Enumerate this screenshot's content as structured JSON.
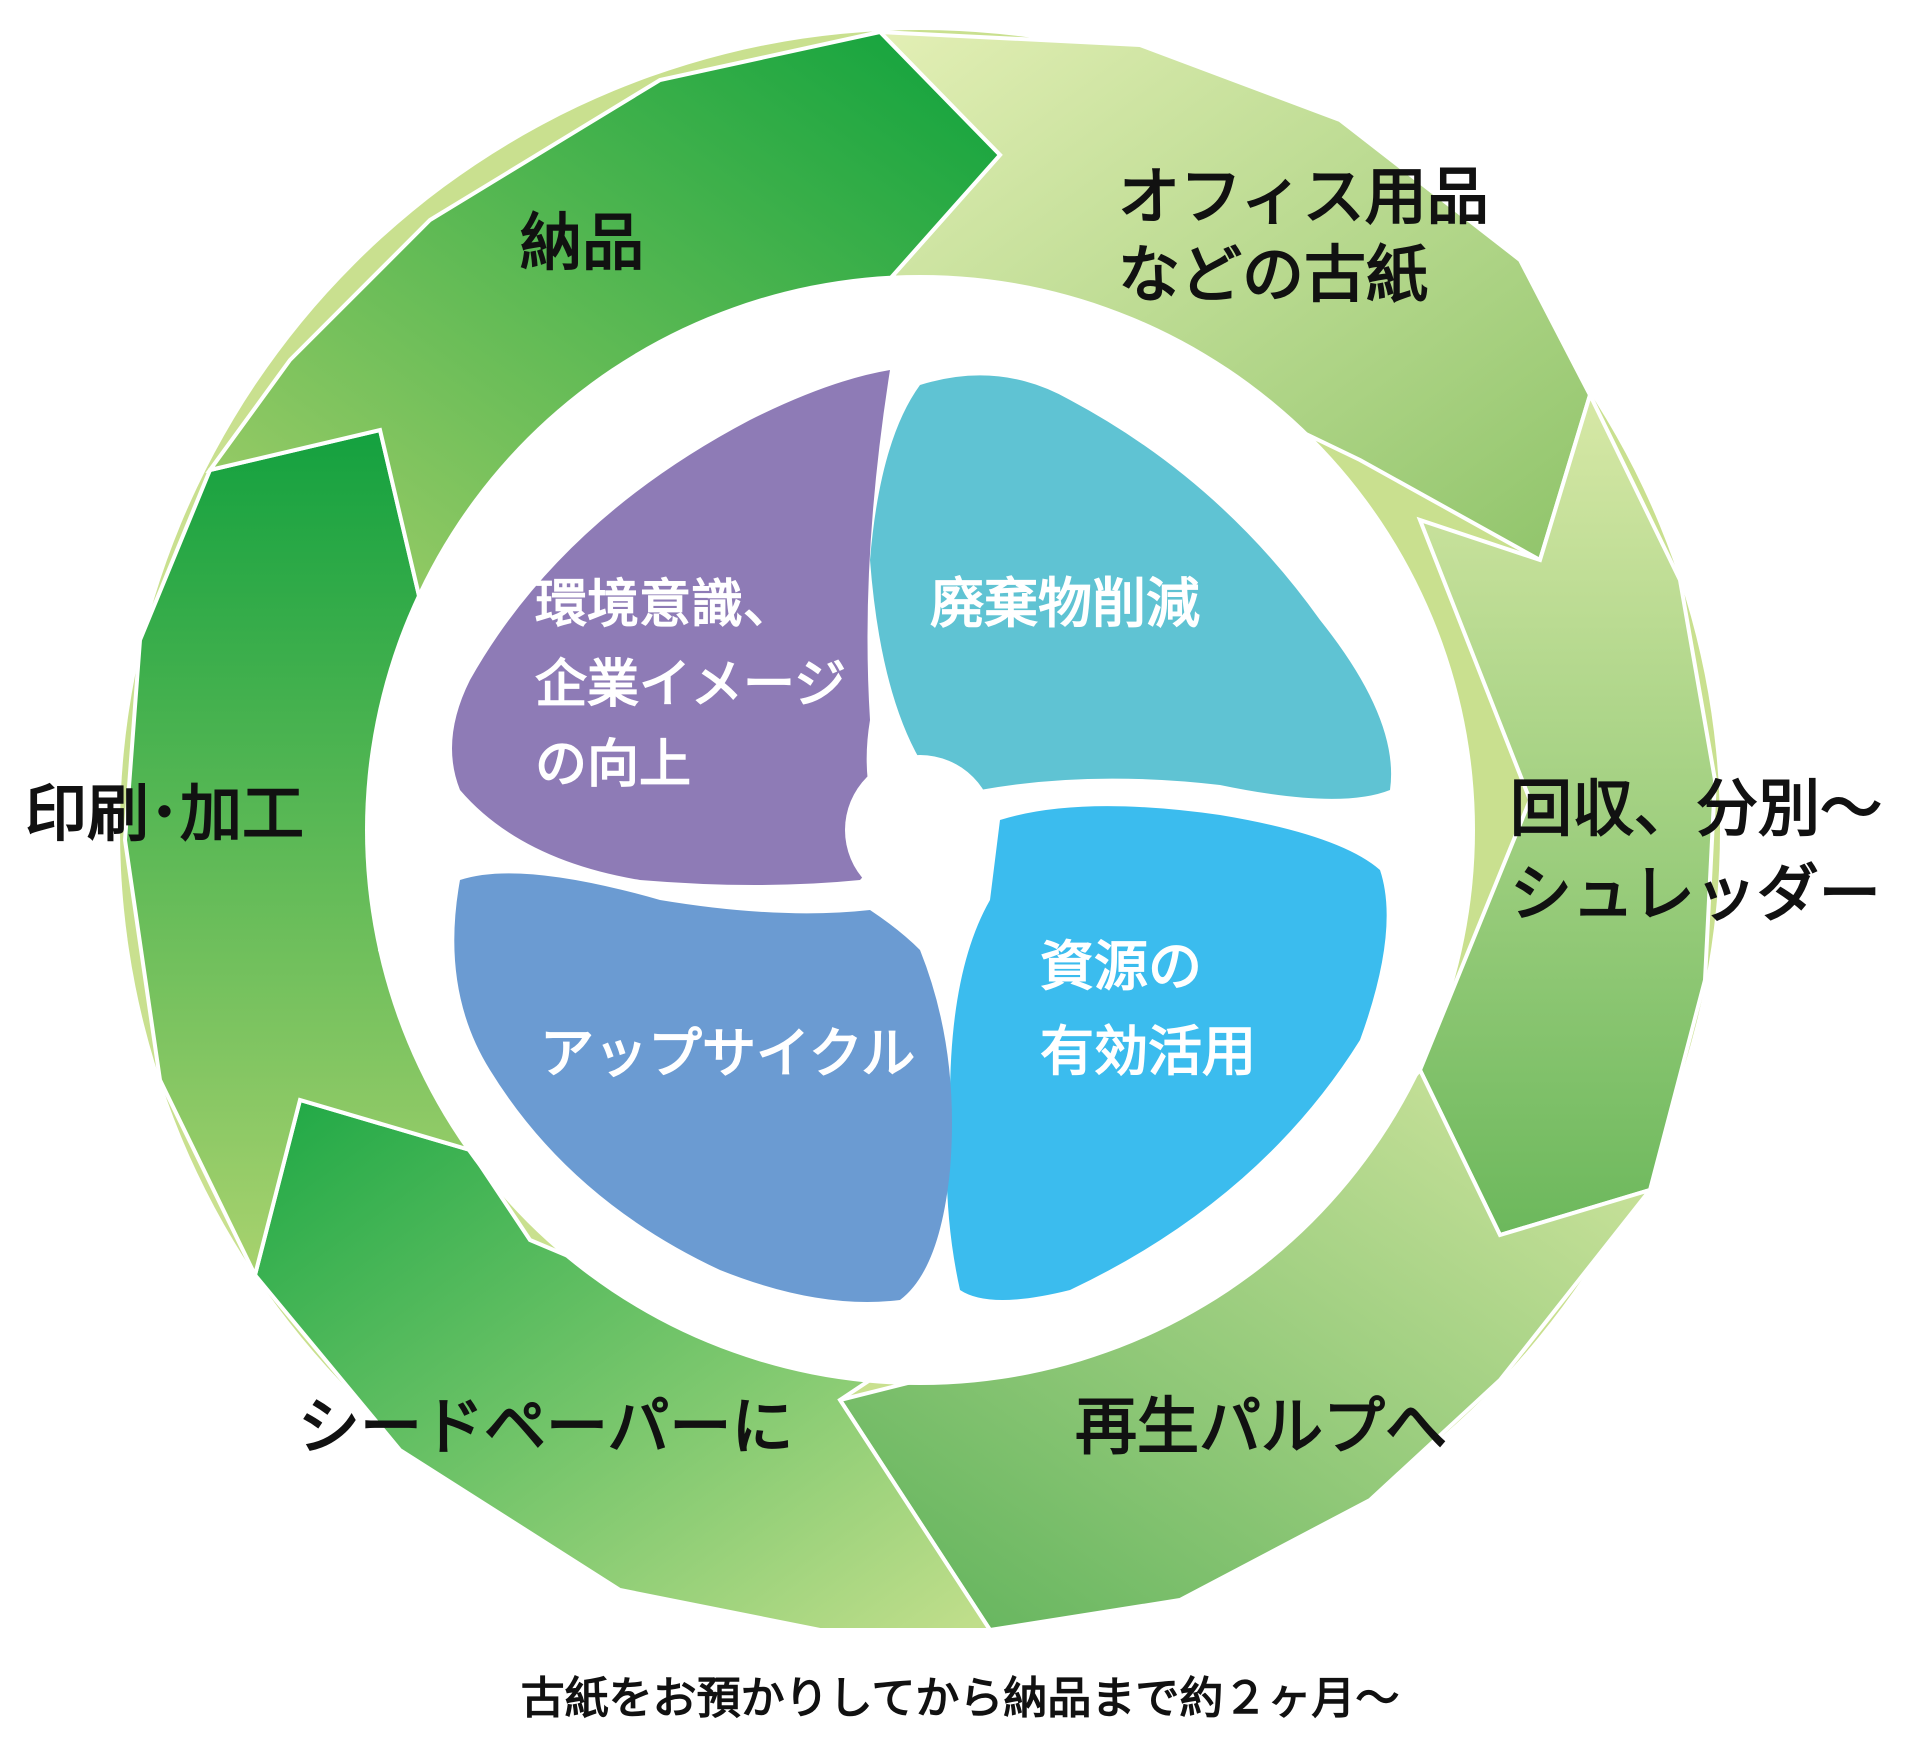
{
  "cycle": {
    "steps": [
      {
        "label": "オフィス用品\nなどの古紙"
      },
      {
        "label": "回収、分別～\nシュレッダー"
      },
      {
        "label": "再生パルプへ"
      },
      {
        "label": "シードペーパーに"
      },
      {
        "label": "印刷･加工"
      },
      {
        "label": "納品"
      }
    ]
  },
  "benefits": [
    {
      "label": "環境意識、\n企業イメージ\nの向上",
      "color": "#8e7bb6"
    },
    {
      "label": "廃棄物削減",
      "color": "#5fc3d3"
    },
    {
      "label": "資源の\n有効活用",
      "color": "#3bbcee"
    },
    {
      "label": "アップサイクル",
      "color": "#6b9bd2"
    }
  ],
  "footer_note": "古紙をお預かりしてから納品まで約２ヶ月～",
  "colors": {
    "ring_light": "#dcebaa",
    "ring_mid": "#a6cf6a",
    "ring_dark": "#0ea23c",
    "hub": "#ffffff"
  }
}
